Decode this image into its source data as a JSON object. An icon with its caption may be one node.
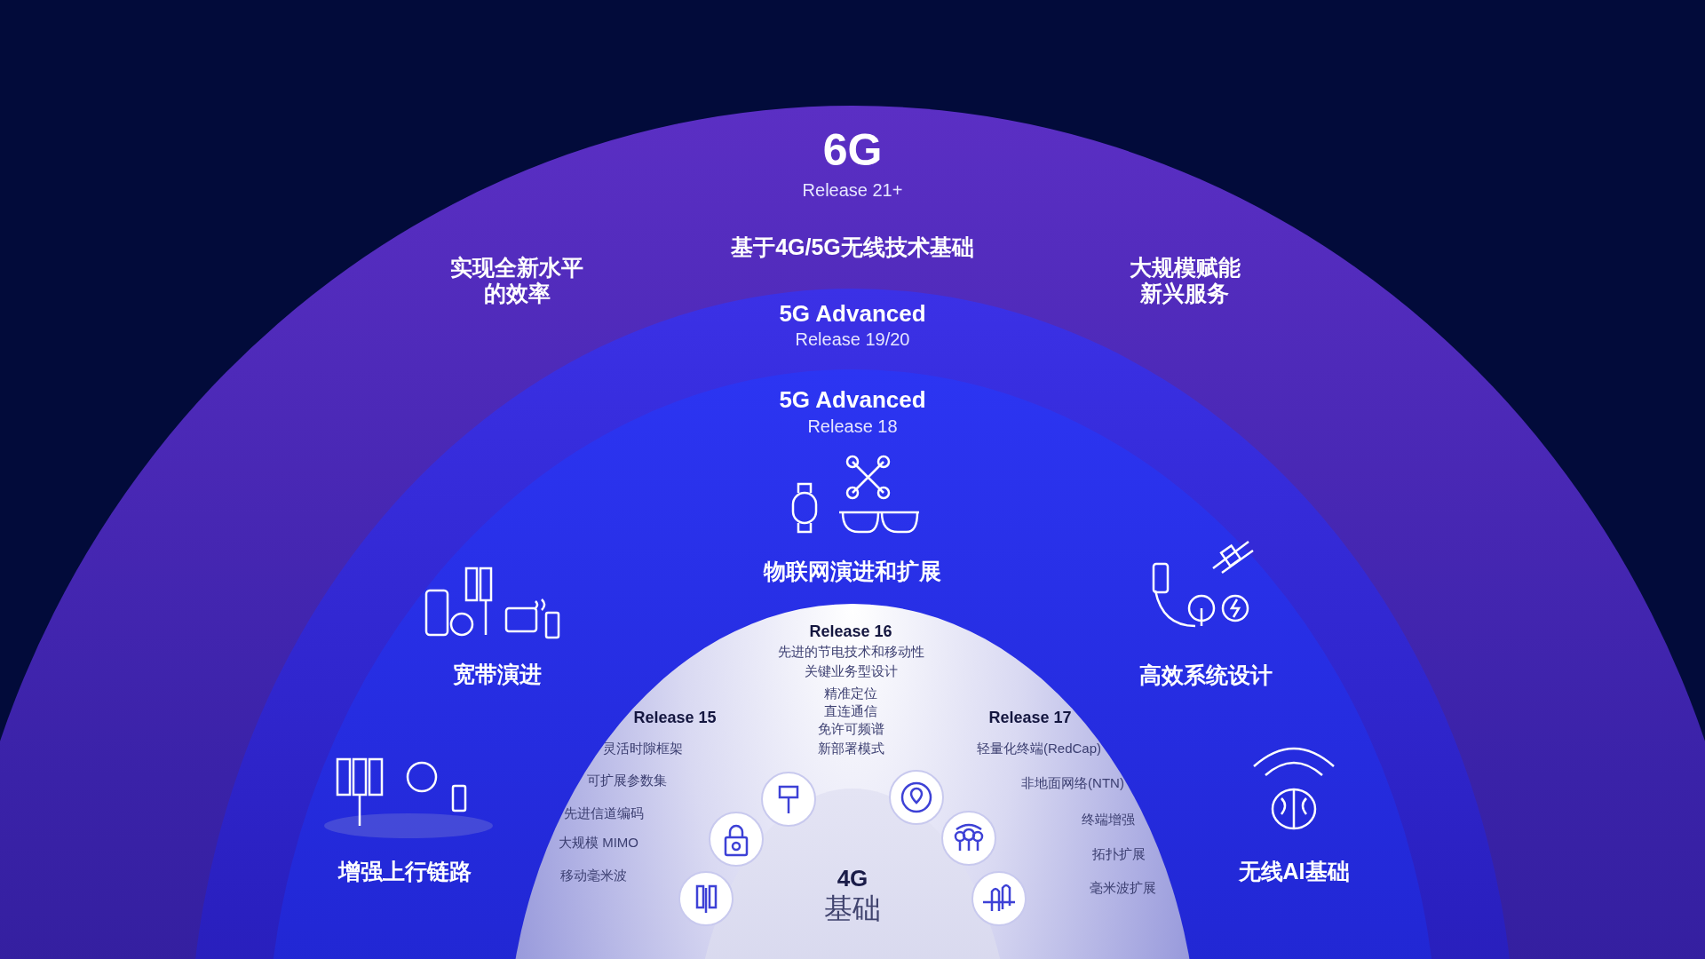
{
  "diagram": {
    "nodes": [
      {
        "text": [
          "6G",
          "Release 21+",
          "基于4G/5G无线技术基础",
          "实现全新水平的效率",
          "大规模赋能新兴服务"
        ]
      },
      {
        "text": [
          "5G Advanced",
          "Release 19/20"
        ],
        "in": 0
      },
      {
        "text": [
          "5G Advanced",
          "Release 18",
          "物联网演进和扩展",
          "宽带演进",
          "高效系统设计",
          "增强上行链路",
          "无线AI基础"
        ],
        "in": 1
      },
      {
        "text": [
          "Release 16",
          "先进的节电技术和移动性",
          "关键业务型设计",
          "精准定位",
          "直连通信",
          "免许可频谱",
          "新部署模式",
          "Release 15",
          "灵活时隙框架",
          "可扩展参数集",
          "先进信道编码",
          "大规模 MIMO",
          "移动毫米波",
          "Release 17",
          "轻量化终端(RedCap)",
          "非地面网络(NTN)",
          "终端增强",
          "拓扑扩展",
          "毫米波扩展"
        ],
        "in": 2
      },
      {
        "text": [
          "4G",
          "基础"
        ],
        "in": 3
      }
    ]
  }
}
